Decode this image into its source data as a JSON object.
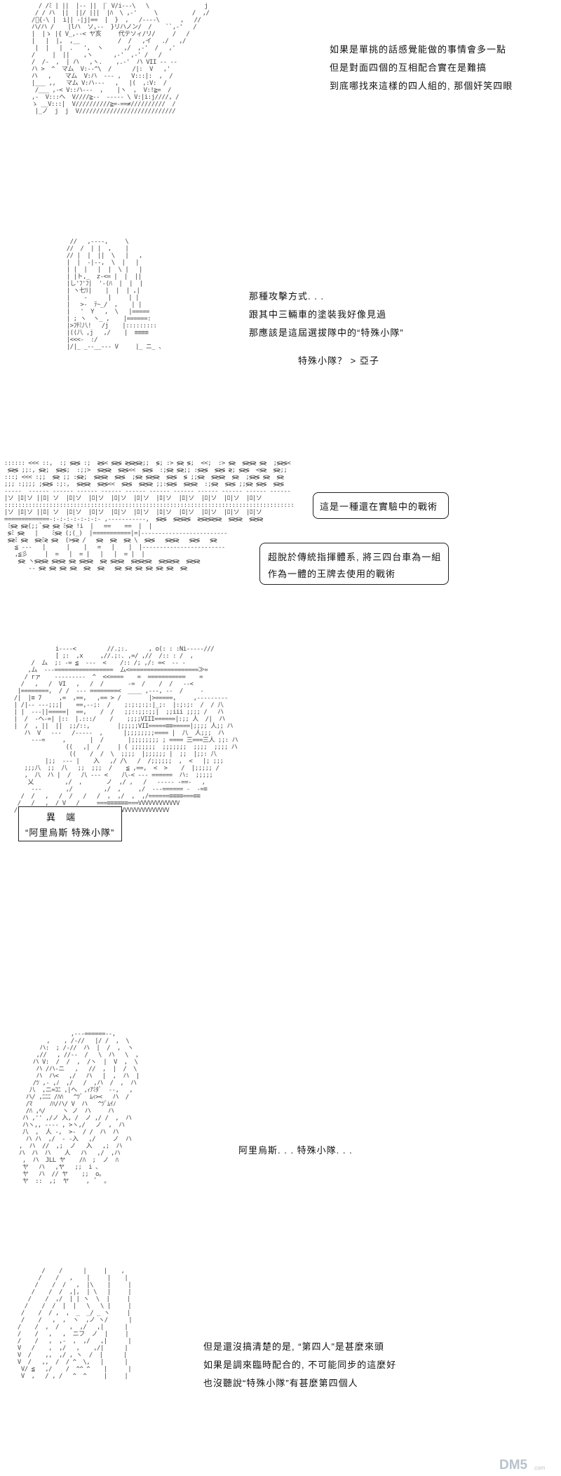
{
  "panel1": {
    "lines": [
      "如果是單挑的話感覺能做的事情會多一點",
      "但是對面四個的互相配合實在是難搞",
      "到底哪找來這樣的四人組的, 那個奸笑四眼"
    ]
  },
  "panel2": {
    "lines": [
      "那種攻擊方式. . .",
      "跟其中三輛車的塗裝我好像見過",
      "那應該是這屆選拔隊中的“特殊小隊”",
      "特殊小隊？ > 亞子"
    ]
  },
  "panel3": {
    "bubble1": "這是一種還在實驗中的戰術",
    "bubble2_line1": "超脫於傳統指揮體系, 將三四台車為一組",
    "bubble2_line2": "作為一體的王牌去使用的戰術"
  },
  "panel4": {
    "caption_line1": "異　端",
    "caption_line2": "“阿里烏斯 特殊小隊”"
  },
  "panel5": {
    "line": "阿里烏斯. . . 特殊小隊. . ."
  },
  "panel6": {
    "lines": [
      "但是還沒搞清楚的是, “第四人”是甚麼來頭",
      "如果是調來臨時配合的, 不可能同步的這麼好",
      "也沒聽說“特殊小隊”有甚麼第四個人"
    ]
  },
  "watermark": {
    "brand": "DM5",
    "suffix": ".com"
  },
  "colors": {
    "ink": "#111111",
    "ascii_art": "#444444",
    "watermark": "#b8c2cc"
  }
}
